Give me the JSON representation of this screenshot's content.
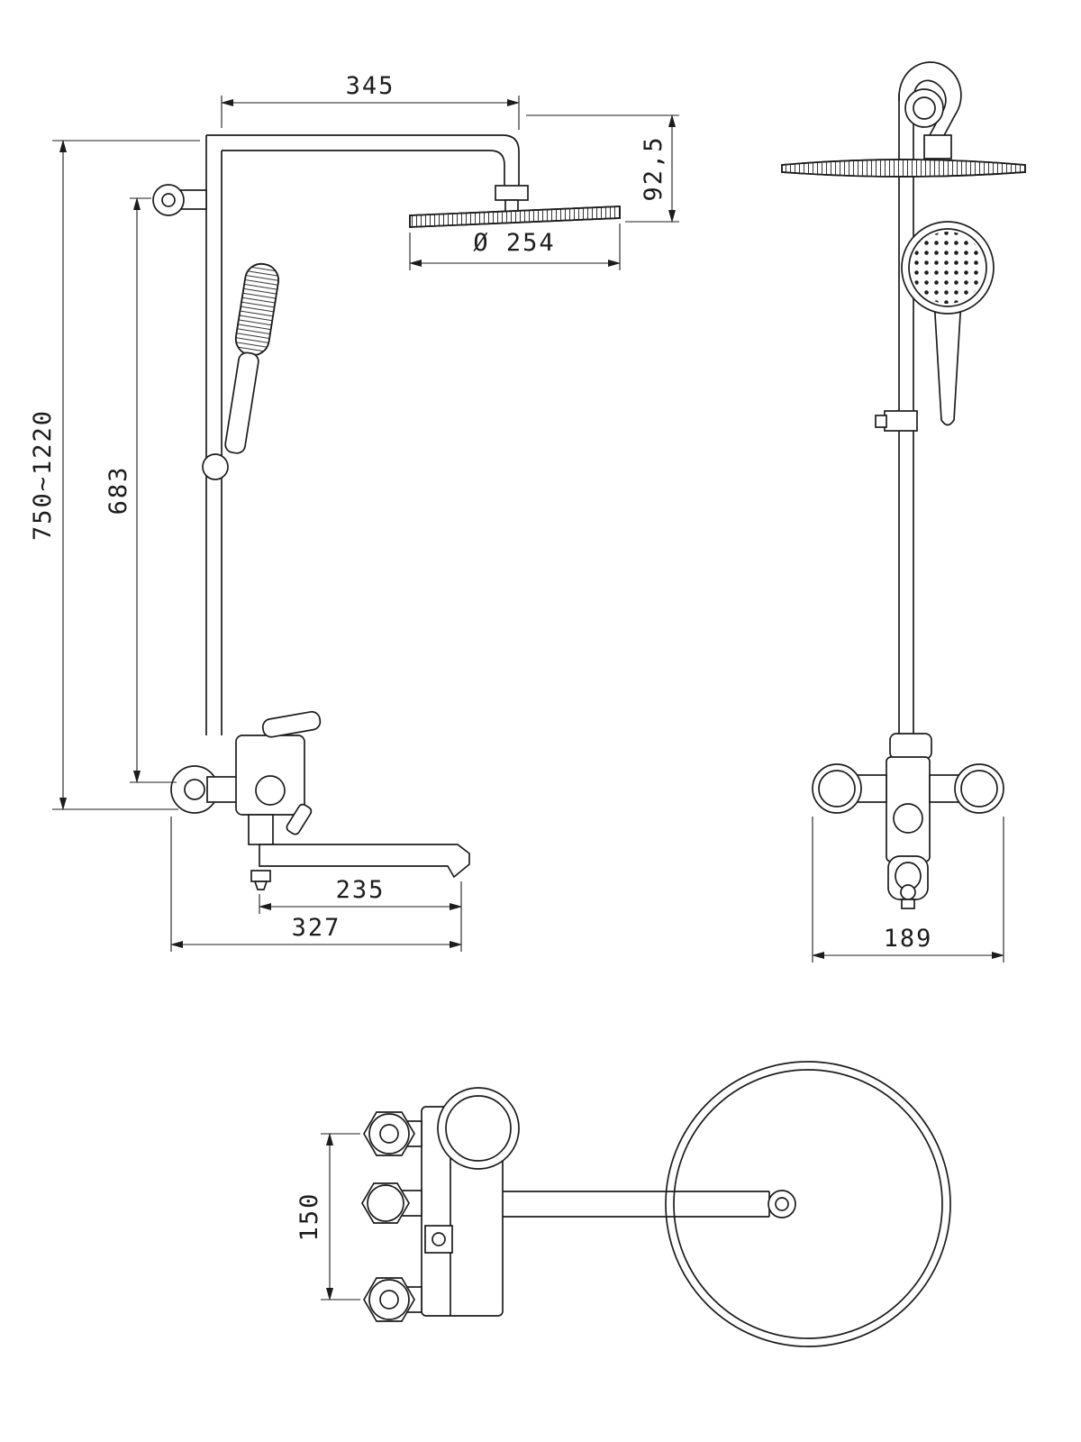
{
  "drawing": {
    "kind": "shower-system-technical-drawing",
    "background": "#ffffff",
    "line_color": "#1c1c1c",
    "views": {
      "front": "front-view-shower-column",
      "side": "side-view-shower-column",
      "top": "top-view-wall-mixer"
    }
  },
  "dims": {
    "arm_length": "345",
    "head_drop": "92,5",
    "head_diameter": "Ø 254",
    "overall_height": "750~1220",
    "bar_height": "683",
    "spout_reach": "235",
    "overall_reach": "327",
    "side_width": "189",
    "inlet_spacing": "150"
  }
}
